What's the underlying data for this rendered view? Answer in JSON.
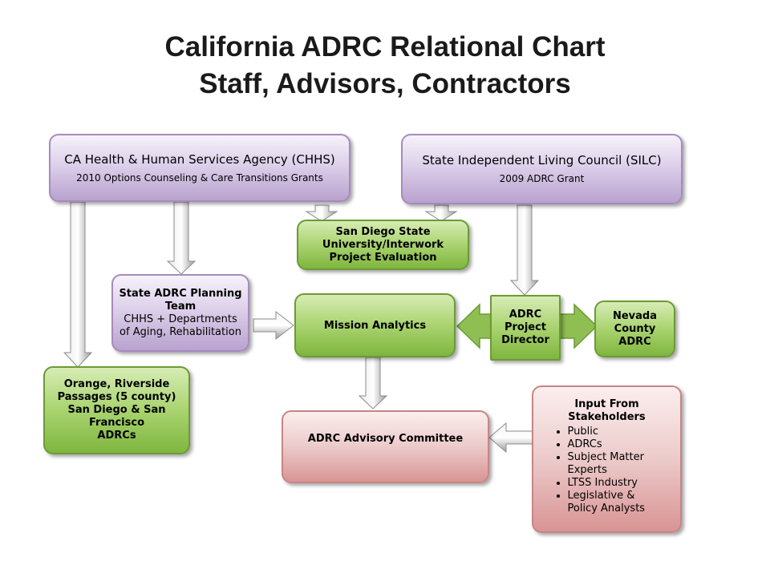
{
  "title": {
    "line1": "California ADRC Relational Chart",
    "line2": "Staff, Advisors, Contractors"
  },
  "nodes": {
    "chhs": {
      "name": "CA Health & Human Services Agency (CHHS)",
      "sub": "2010 Options Counseling & Care Transitions Grants"
    },
    "silc": {
      "name": "State Independent Living Council (SILC)",
      "sub": "2009 ADRC Grant"
    },
    "sdsu": {
      "line1": "San Diego State",
      "line2": "University/Interwork",
      "line3": "Project Evaluation"
    },
    "planning": {
      "line1": "State ADRC Planning",
      "line2": "Team",
      "line3": "CHHS + Departments",
      "line4": "of Aging, Rehabilitation"
    },
    "mission": {
      "name": "Mission Analytics"
    },
    "director": {
      "line1": "ADRC",
      "line2": "Project",
      "line3": "Director"
    },
    "nevada": {
      "line1": "Nevada",
      "line2": "County",
      "line3": "ADRC"
    },
    "orange": {
      "line1": "Orange, Riverside",
      "line2": "Passages (5 county)",
      "line3": "San Diego & San",
      "line4": "Francisco",
      "line5": "ADRCs"
    },
    "advisory": {
      "name": "ADRC Advisory Committee"
    },
    "input": {
      "heading1": "Input From",
      "heading2": "Stakeholders",
      "items": [
        "Public",
        "ADRCs",
        "Subject Matter Experts",
        "LTSS Industry",
        "Legislative & Policy Analysts"
      ]
    }
  },
  "colors": {
    "purple": "#c9b6dc",
    "green": "#9bc95a",
    "pink": "#e5b5b5",
    "arrow_gray": "#b0b0b0"
  }
}
